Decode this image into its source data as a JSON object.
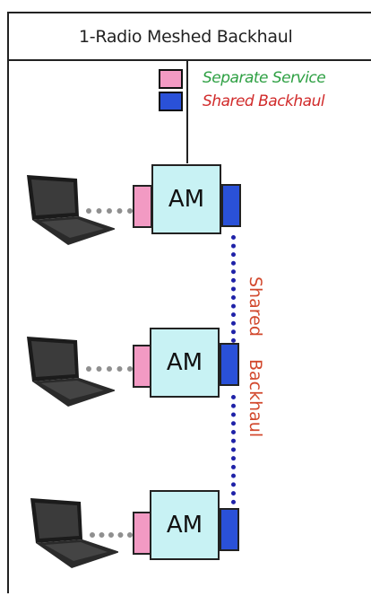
{
  "diagram": {
    "title": "1-Radio Meshed Backhaul",
    "legend": [
      {
        "label": "Separate Service",
        "swatch_color": "#f29ac3",
        "text_color": "#2ea043"
      },
      {
        "label": "Shared Backhaul",
        "swatch_color": "#2a51d8",
        "text_color": "#d12b2b"
      }
    ],
    "nodes": [
      {
        "label": "AM"
      },
      {
        "label": "AM"
      },
      {
        "label": "AM"
      }
    ],
    "backhaul_label_1": "Shared",
    "backhaul_label_2": "Backhaul",
    "colors": {
      "node_fill": "#c8f2f4",
      "service_port": "#f29ac3",
      "backhaul_port": "#2a51d8",
      "backhaul_link": "#1f22a8",
      "service_link": "#8f8f8f"
    }
  }
}
